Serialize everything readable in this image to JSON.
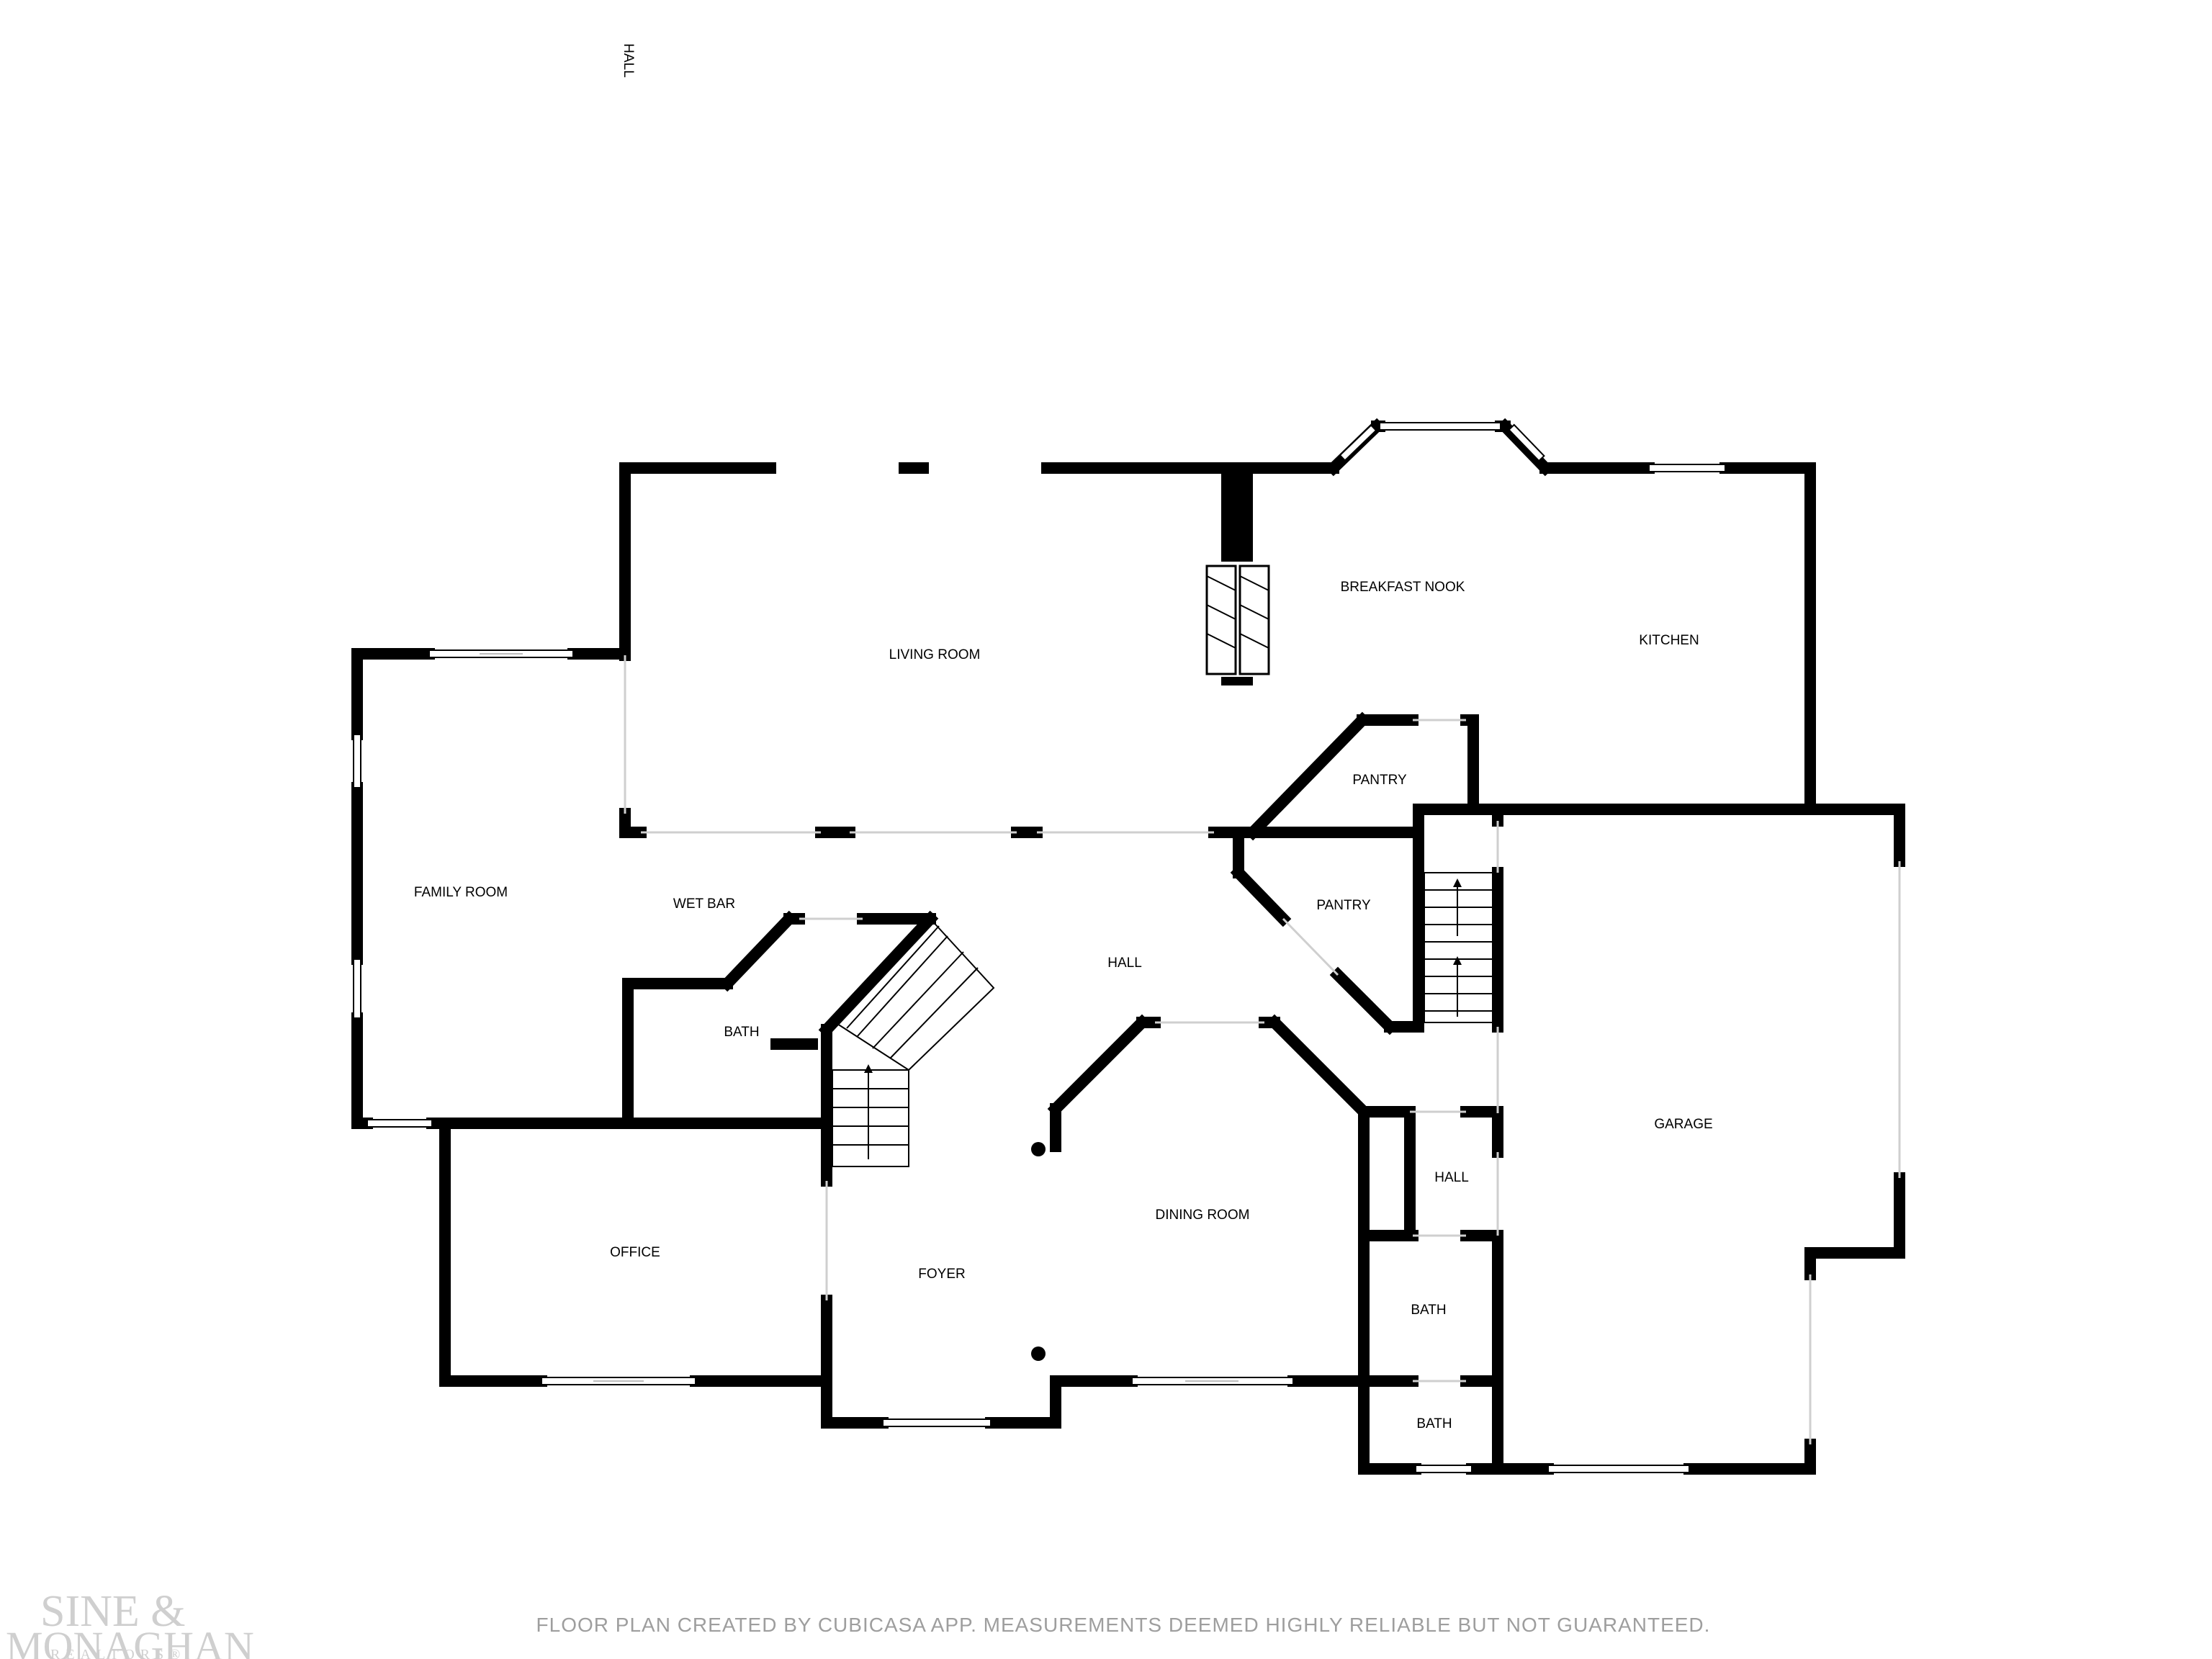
{
  "rooms": {
    "hall_top": "HALL",
    "living_room": "LIVING ROOM",
    "breakfast_nook": "BREAKFAST NOOK",
    "kitchen": "KITCHEN",
    "pantry_upper": "PANTRY",
    "pantry_lower": "PANTRY",
    "family_room": "FAMILY ROOM",
    "wet_bar": "WET BAR",
    "hall_center": "HALL",
    "bath_left": "BATH",
    "garage": "GARAGE",
    "hall_right": "HALL",
    "dining_room": "DINING ROOM",
    "office": "OFFICE",
    "foyer": "FOYER",
    "bath_right_upper": "BATH",
    "bath_right_lower": "BATH"
  },
  "footer": {
    "disclaimer": "FLOOR PLAN CREATED BY CUBICASA APP. MEASUREMENTS DEEMED HIGHLY RELIABLE BUT NOT GUARANTEED."
  },
  "logo": {
    "line1": "SINE &",
    "line2": "MONAGHAN",
    "line3": "REALTORS®"
  },
  "colors": {
    "wall": "#000000",
    "background": "#ffffff",
    "footer_text": "#9e9e9e",
    "logo": "#cfcfcf"
  }
}
